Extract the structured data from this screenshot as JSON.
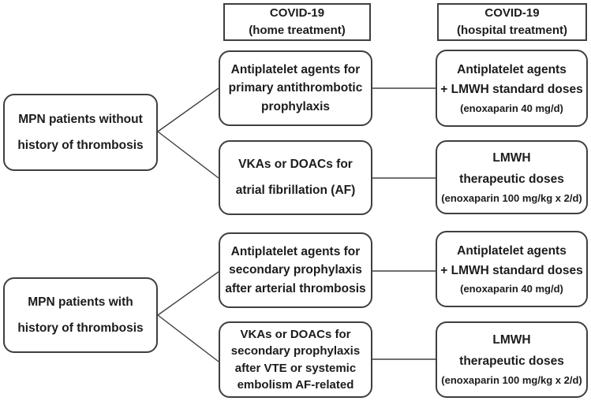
{
  "palette": {
    "background": "#ffffff",
    "border": "#3f3f3f",
    "text": "#1c1c1c"
  },
  "headers": {
    "home": {
      "lines": [
        "COVID-19",
        "(home treatment)"
      ]
    },
    "hospital": {
      "lines": [
        "COVID-19",
        "(hospital treatment)"
      ]
    }
  },
  "patient_groups": {
    "without_thrombosis": {
      "lines": [
        "MPN patients without",
        "history of thrombosis"
      ]
    },
    "with_thrombosis": {
      "lines": [
        "MPN patients with",
        "history of thrombosis"
      ]
    }
  },
  "home_treatments": {
    "primary_prophylaxis": {
      "lines": [
        "Antiplatelet agents for",
        "primary antithrombotic",
        "prophylaxis"
      ]
    },
    "atrial_fibrillation": {
      "lines": [
        "VKAs or DOACs for",
        "atrial fibrillation (AF)"
      ]
    },
    "secondary_arterial": {
      "lines": [
        "Antiplatelet agents for",
        "secondary prophylaxis",
        "after arterial thrombosis"
      ]
    },
    "secondary_vte": {
      "lines": [
        "VKAs or DOACs for",
        "secondary prophylaxis",
        "after VTE or systemic",
        "embolism AF-related"
      ]
    }
  },
  "hospital_treatments": {
    "standard_doses_1": {
      "lines": [
        "Antiplatelet agents",
        "+ LMWH standard doses"
      ],
      "note": "(enoxaparin 40 mg/d)"
    },
    "therapeutic_doses_1": {
      "lines": [
        "LMWH",
        "therapeutic doses"
      ],
      "note": "(enoxaparin 100 mg/kg x 2/d)"
    },
    "standard_doses_2": {
      "lines": [
        "Antiplatelet agents",
        "+ LMWH standard doses"
      ],
      "note": "(enoxaparin 40 mg/d)"
    },
    "therapeutic_doses_2": {
      "lines": [
        "LMWH",
        "therapeutic doses"
      ],
      "note": "(enoxaparin 100 mg/kg x 2/d)"
    }
  }
}
